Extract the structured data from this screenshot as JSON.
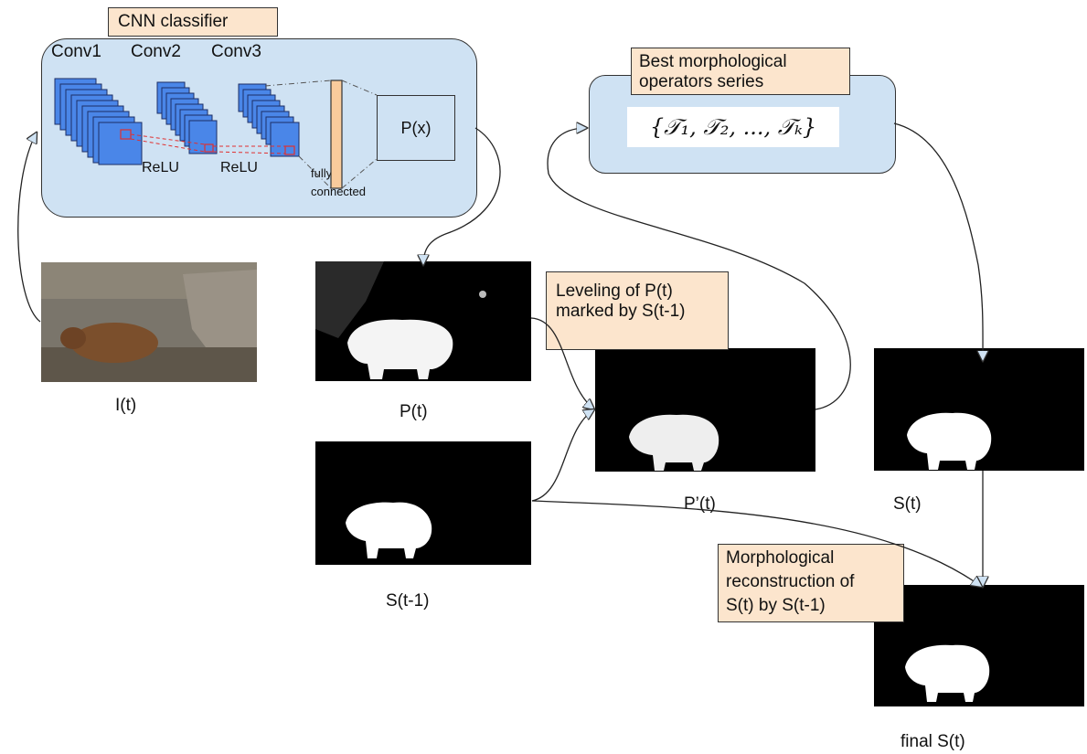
{
  "cnn": {
    "title": "CNN classifier",
    "layers": [
      "Conv1",
      "Conv2",
      "Conv3"
    ],
    "activations": [
      "ReLU",
      "ReLU"
    ],
    "fc_label_1": "fully",
    "fc_label_2": "connected",
    "output": "P(x)"
  },
  "operators": {
    "title_line1": "Best morphological",
    "title_line2": "operators series",
    "formula": "{𝒯₁, 𝒯₂, ..., 𝒯ₖ}"
  },
  "images": {
    "input": "I(t)",
    "prob": "P(t)",
    "prev_seg": "S(t-1)",
    "leveled": "P’(t)",
    "seg": "S(t)",
    "final": "final S(t)"
  },
  "notes": {
    "leveling": [
      "Leveling of P(t)",
      "marked by S(t-1)"
    ],
    "reconstruction": [
      "Morphological",
      "reconstruction of",
      "S(t) by S(t-1)"
    ]
  },
  "colors": {
    "panel": "#cfe2f3",
    "note": "#fce5cd",
    "feature_map": "#4a86e8",
    "fc_bar": "#f9cb9c"
  }
}
